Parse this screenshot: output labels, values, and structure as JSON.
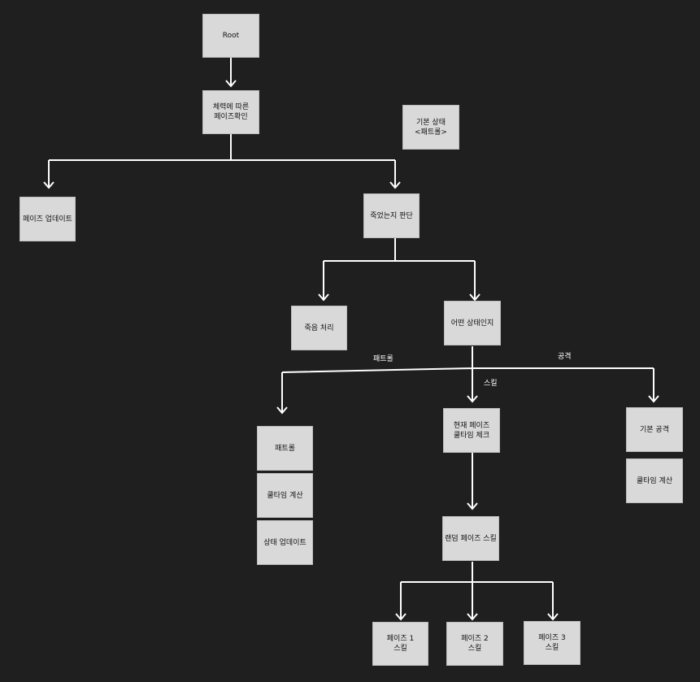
{
  "colors": {
    "background": "#1f1f1f",
    "node_fill": "#d9d9d9",
    "node_text": "#111111",
    "connector": "#ffffff"
  },
  "nodes": {
    "root": "Root",
    "phase_check": "체력에 따른\n페이즈확인",
    "default_state": "기본 상태\n<패트롤>",
    "phase_update": "페이즈 업데이트",
    "death_check": "죽었는지 판단",
    "death_process": "죽음 처리",
    "which_state": "어떤 상태인지",
    "patrol": "패트롤",
    "patrol_cooldown": "쿨타임 계산",
    "state_update": "상태 업데이트",
    "phase_cooldown_check": "현재 페이즈\n쿨타임 체크",
    "random_phase_skill": "랜덤 페이즈 스킬",
    "phase1_skill": "페이즈 1\n스킬",
    "phase2_skill": "페이즈 2\n스킬",
    "phase3_skill": "페이즈 3\n스킬",
    "basic_attack": "기본 공격",
    "attack_cooldown": "쿨타임 계산"
  },
  "edge_labels": {
    "patrol": "패트롤",
    "skill": "스킬",
    "attack": "공격"
  }
}
